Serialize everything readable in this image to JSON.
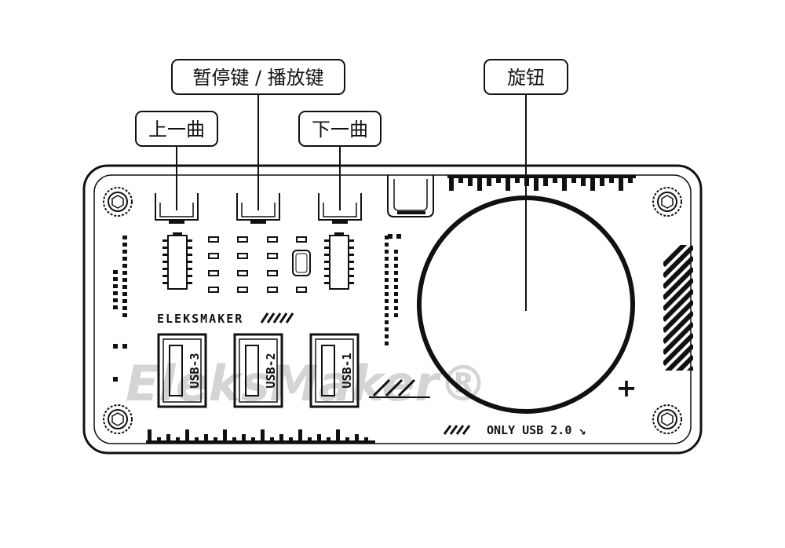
{
  "callouts": {
    "pause_play": "暂停键 / 播放键",
    "knob": "旋钮",
    "prev": "上一曲",
    "next": "下一曲"
  },
  "board": {
    "brand": "ELEKSMAKER",
    "usb_ports": [
      "USB-3",
      "USB-2",
      "USB-1"
    ],
    "only_usb": "ONLY USB 2.0 ↘",
    "plus": "+",
    "watermark": "EleksMaker®"
  },
  "colors": {
    "ink": "#111111",
    "watermark": "#d0d0d0",
    "background": "#ffffff"
  }
}
